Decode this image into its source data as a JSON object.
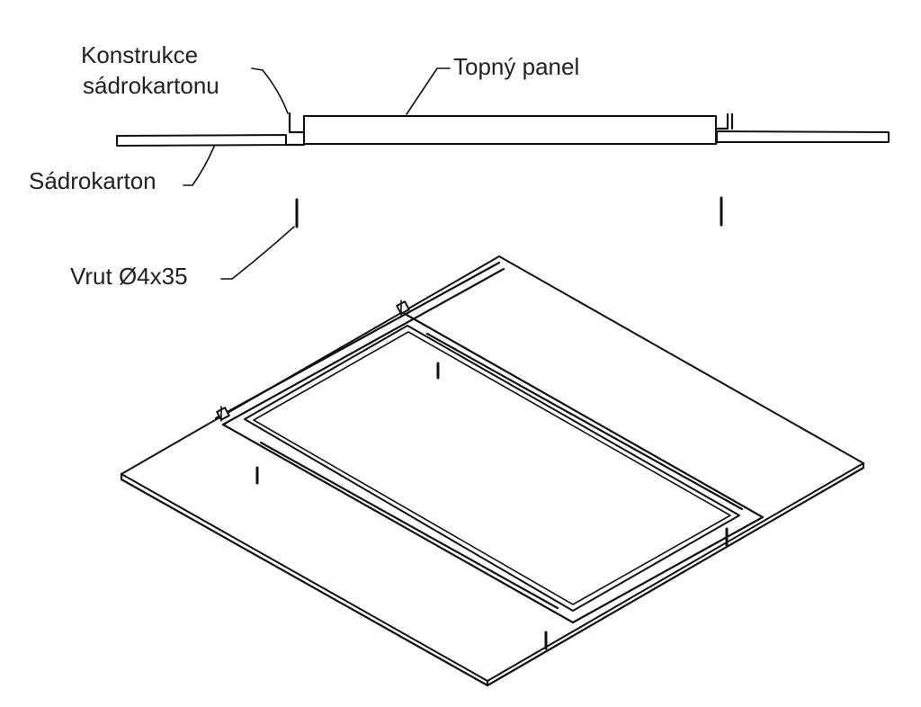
{
  "labels": {
    "construction_line1": "Konstrukce",
    "construction_line2": "sádrokartonu",
    "panel": "Topný panel",
    "plasterboard": "Sádrokarton",
    "screw": "Vrut Ø4x35"
  },
  "colors": {
    "line": "#111111",
    "text": "#222222",
    "background": "#ffffff"
  }
}
